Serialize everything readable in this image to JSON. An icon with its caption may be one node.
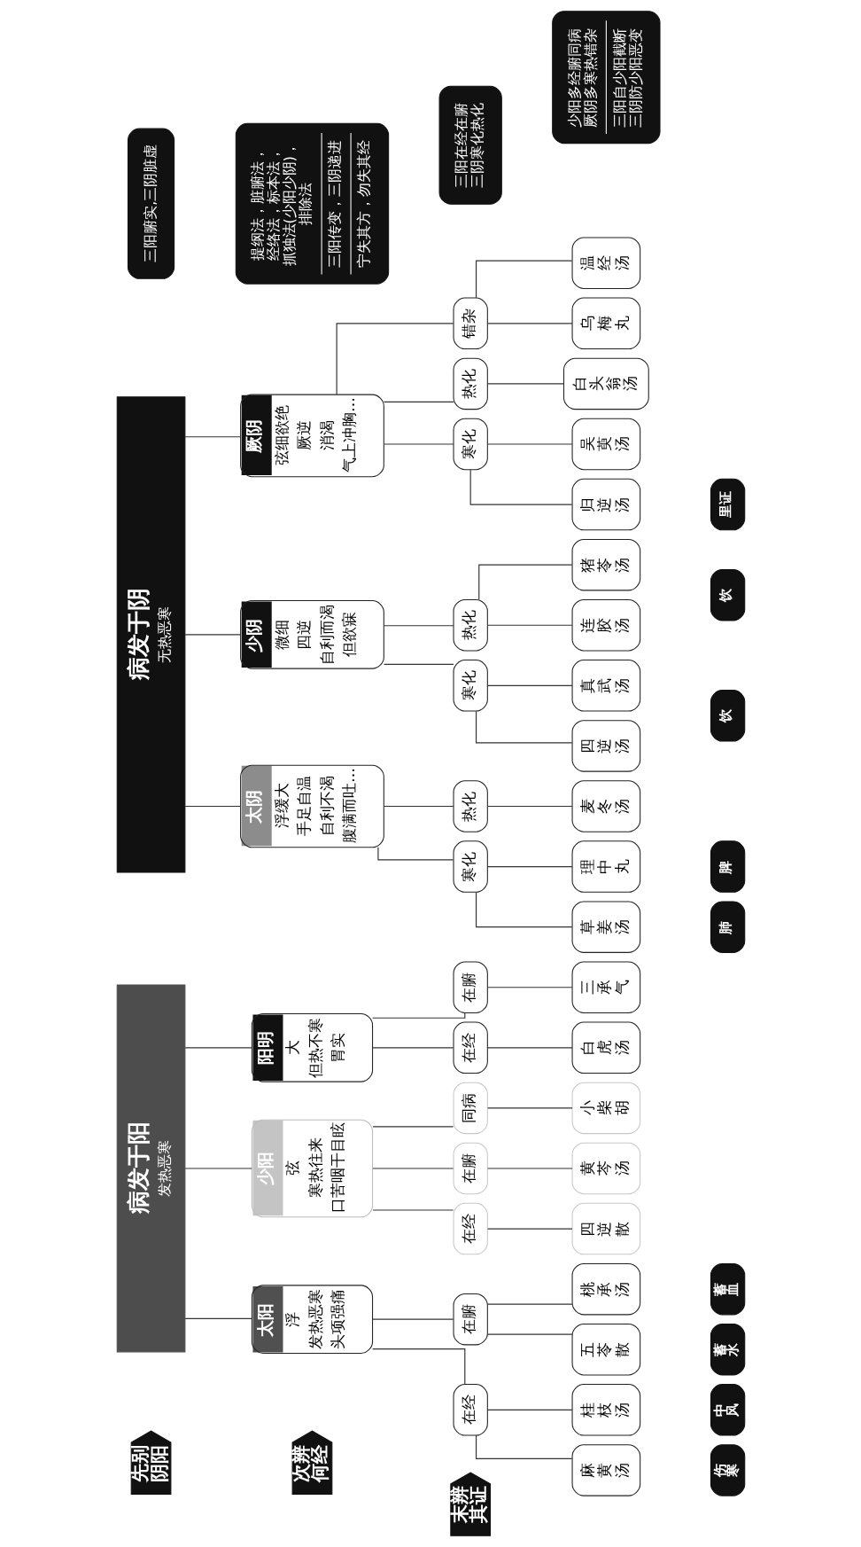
{
  "diagram": {
    "nodes": [
      {
        "text": [
          "先别阴阳"
        ]
      },
      {
        "text": [
          "病发于阳",
          "发热恶寒"
        ]
      },
      {
        "text": [
          "病发于阴",
          "无热恶寒"
        ]
      },
      {
        "text": [
          "三阳腑实,三阴脏虚"
        ]
      },
      {
        "text": [
          "次辨何经"
        ]
      },
      {
        "text": [
          "太阳",
          "浮",
          "发热恶寒",
          "头项强痛"
        ]
      },
      {
        "text": [
          "少阳",
          "弦",
          "寒热往来",
          "口苦咽干目眩"
        ]
      },
      {
        "text": [
          "阳明",
          "大",
          "但热不寒",
          "胃实"
        ]
      },
      {
        "text": [
          "太阴",
          "浮缓大",
          "手足自温",
          "自利不渴",
          "腹满而吐…"
        ]
      },
      {
        "text": [
          "少阴",
          "微细",
          "四逆",
          "自利而渴",
          "但欲寐"
        ]
      },
      {
        "text": [
          "厥阴",
          "弦细欲绝",
          "厥逆",
          "消渴",
          "气上冲胸…"
        ]
      },
      {
        "text": [
          "提纲法，脏腑法，经络法，标本法，抓独法(少阳少阴)，排除法",
          "三阳传变，三阴递进",
          "宁失其方，勿失其经"
        ]
      },
      {
        "text": [
          "末辨其证"
        ]
      },
      {
        "text": [
          "在经"
        ]
      },
      {
        "text": [
          "在腑"
        ]
      },
      {
        "text": [
          "在经"
        ]
      },
      {
        "text": [
          "在腑"
        ]
      },
      {
        "text": [
          "同病"
        ]
      },
      {
        "text": [
          "在经"
        ]
      },
      {
        "text": [
          "在腑"
        ]
      },
      {
        "text": [
          "寒化"
        ]
      },
      {
        "text": [
          "热化"
        ]
      },
      {
        "text": [
          "寒化"
        ]
      },
      {
        "text": [
          "热化"
        ]
      },
      {
        "text": [
          "寒化"
        ]
      },
      {
        "text": [
          "热化"
        ]
      },
      {
        "text": [
          "错杂"
        ]
      },
      {
        "text": [
          "三阳在经在腑三阴寒化热化"
        ]
      },
      {
        "text": [
          "麻黄汤"
        ]
      },
      {
        "text": [
          "桂枝汤"
        ]
      },
      {
        "text": [
          "五苓散"
        ]
      },
      {
        "text": [
          "桃承汤"
        ]
      },
      {
        "text": [
          "四逆散"
        ]
      },
      {
        "text": [
          "黄芩汤"
        ]
      },
      {
        "text": [
          "小柴胡"
        ]
      },
      {
        "text": [
          "白虎汤"
        ]
      },
      {
        "text": [
          "三承气"
        ]
      },
      {
        "text": [
          "草姜汤"
        ]
      },
      {
        "text": [
          "理中丸"
        ]
      },
      {
        "text": [
          "麦冬汤"
        ]
      },
      {
        "text": [
          "四逆汤"
        ]
      },
      {
        "text": [
          "真武汤"
        ]
      },
      {
        "text": [
          "连胶汤"
        ]
      },
      {
        "text": [
          "猪苓汤"
        ]
      },
      {
        "text": [
          "归逆汤"
        ]
      },
      {
        "text": [
          "吴萸汤"
        ]
      },
      {
        "text": [
          "白头翁汤"
        ]
      },
      {
        "text": [
          "乌梅丸"
        ]
      },
      {
        "text": [
          "温经汤"
        ]
      },
      {
        "text": [
          "少阳多经腑同病厥阴多寒热错杂",
          "三阳自少阳截断三阴防少阳恶变"
        ]
      },
      {
        "text": [
          "伤寒"
        ]
      },
      {
        "text": [
          "中风"
        ]
      },
      {
        "text": [
          "蓄水"
        ]
      },
      {
        "text": [
          "蓄血"
        ]
      },
      {
        "text": [
          "肺"
        ]
      },
      {
        "text": [
          "脾"
        ]
      },
      {
        "text": [
          "饮"
        ]
      },
      {
        "text": [
          "饮"
        ]
      },
      {
        "text": [
          "里证"
        ]
      }
    ],
    "edges": [
      {
        "from": 1,
        "to": 5,
        "arrow": "none"
      },
      {
        "from": 1,
        "to": 6,
        "arrow": "none"
      },
      {
        "from": 1,
        "to": 7,
        "arrow": "none"
      },
      {
        "from": 2,
        "to": 8,
        "arrow": "none"
      },
      {
        "from": 2,
        "to": 9,
        "arrow": "none"
      },
      {
        "from": 2,
        "to": 10,
        "arrow": "none"
      },
      {
        "from": 5,
        "to": 13,
        "arrow": "none"
      },
      {
        "from": 5,
        "to": 14,
        "arrow": "none"
      },
      {
        "from": 6,
        "to": 15,
        "arrow": "none"
      },
      {
        "from": 6,
        "to": 16,
        "arrow": "none"
      },
      {
        "from": 6,
        "to": 17,
        "arrow": "none"
      },
      {
        "from": 7,
        "to": 18,
        "arrow": "none"
      },
      {
        "from": 7,
        "to": 19,
        "arrow": "none"
      },
      {
        "from": 8,
        "to": 20,
        "arrow": "none"
      },
      {
        "from": 8,
        "to": 21,
        "arrow": "none"
      },
      {
        "from": 9,
        "to": 22,
        "arrow": "none"
      },
      {
        "from": 9,
        "to": 23,
        "arrow": "none"
      },
      {
        "from": 10,
        "to": 24,
        "arrow": "none"
      },
      {
        "from": 10,
        "to": 25,
        "arrow": "none"
      },
      {
        "from": 10,
        "to": 26,
        "arrow": "none"
      },
      {
        "from": 13,
        "to": 28,
        "arrow": "none"
      },
      {
        "from": 13,
        "to": 29,
        "arrow": "none"
      },
      {
        "from": 14,
        "to": 30,
        "arrow": "none"
      },
      {
        "from": 14,
        "to": 31,
        "arrow": "none"
      },
      {
        "from": 15,
        "to": 32,
        "arrow": "none"
      },
      {
        "from": 16,
        "to": 33,
        "arrow": "none"
      },
      {
        "from": 17,
        "to": 34,
        "arrow": "none"
      },
      {
        "from": 18,
        "to": 35,
        "arrow": "none"
      },
      {
        "from": 19,
        "to": 36,
        "arrow": "none"
      },
      {
        "from": 20,
        "to": 37,
        "arrow": "none"
      },
      {
        "from": 20,
        "to": 38,
        "arrow": "none"
      },
      {
        "from": 21,
        "to": 39,
        "arrow": "none"
      },
      {
        "from": 22,
        "to": 40,
        "arrow": "none"
      },
      {
        "from": 22,
        "to": 41,
        "arrow": "none"
      },
      {
        "from": 23,
        "to": 42,
        "arrow": "none"
      },
      {
        "from": 23,
        "to": 43,
        "arrow": "none"
      },
      {
        "from": 24,
        "to": 44,
        "arrow": "none"
      },
      {
        "from": 24,
        "to": 45,
        "arrow": "none"
      },
      {
        "from": 25,
        "to": 46,
        "arrow": "none"
      },
      {
        "from": 26,
        "to": 47,
        "arrow": "none"
      },
      {
        "from": 26,
        "to": 48,
        "arrow": "none"
      }
    ]
  }
}
